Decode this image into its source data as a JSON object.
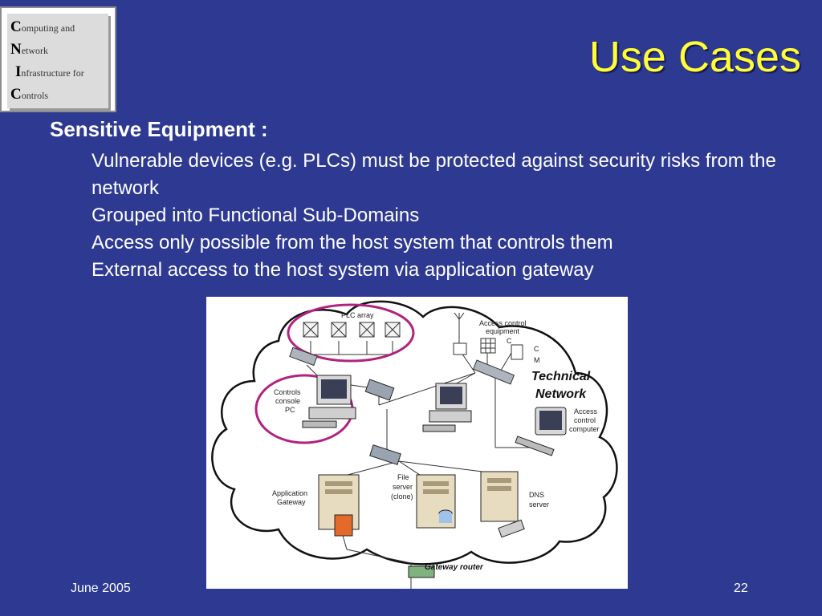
{
  "logo": {
    "lines": [
      {
        "cap": "C",
        "rest": "omputing and"
      },
      {
        "cap": "N",
        "rest": "etwork"
      },
      {
        "cap": "I",
        "rest": "nfrastructure for"
      },
      {
        "cap": "C",
        "rest": "ontrols"
      }
    ]
  },
  "title": "Use Cases",
  "section": {
    "heading": "Sensitive Equipment :",
    "bullets": [
      "Vulnerable devices (e.g. PLCs) must be protected against security risks from the network",
      "Grouped into Functional Sub-Domains",
      "Access only possible from the host system that controls them",
      "External access to the host system via application gateway"
    ]
  },
  "diagram": {
    "plc_array": "PLC array",
    "access_control_equipment": [
      "Access control",
      "equipment"
    ],
    "badge_c1": "C",
    "badge_c2": "C",
    "badge_m": "M",
    "technical_network": [
      "Technical",
      "Network"
    ],
    "controls_console": [
      "Controls",
      "console",
      "PC"
    ],
    "access_control_computer": [
      "Access",
      "control",
      "computer"
    ],
    "application_gateway": [
      "Application",
      "Gateway"
    ],
    "file_server": [
      "File",
      "server",
      "(clone)"
    ],
    "dns_server": [
      "DNS",
      "server"
    ],
    "gateway_router": "Gateway router"
  },
  "footer": {
    "date": "June 2005",
    "page": "22"
  },
  "colors": {
    "background": "#2e3a92",
    "title": "#ffff33",
    "text": "#ffffff",
    "highlight_ring": "#b0237e"
  }
}
